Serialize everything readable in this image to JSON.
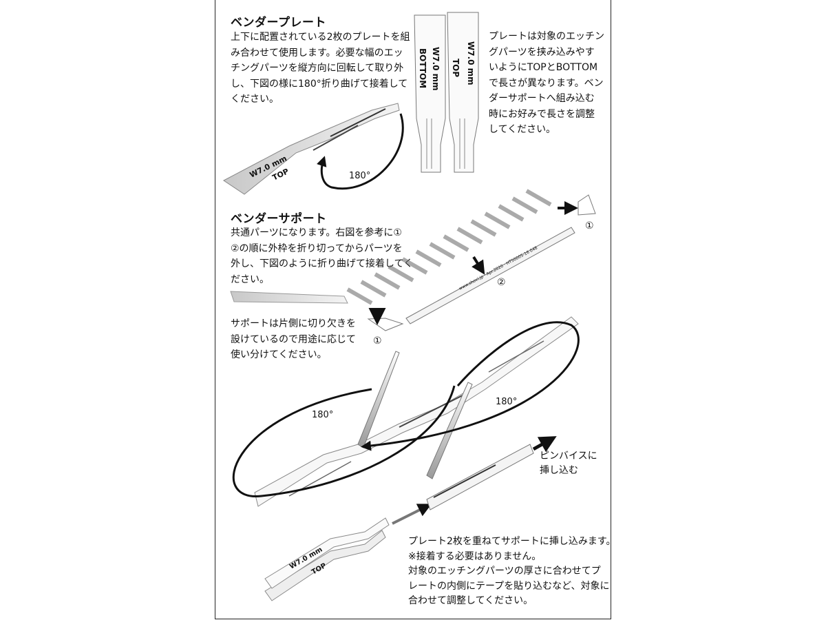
{
  "sections": {
    "bender_plate": {
      "heading": "ベンダープレート",
      "body": "上下に配置されている2枚のプレートを組\nみ合わせて使用します。必要な幅のエッ\nチングパーツを縦方向に回転して取り外\nし、下図の様に180°折り曲げて接着して\nください。",
      "side_note": "プレートは対象のエッチン\nグパーツを挟み込みやす\nいようにTOPとBOTTOM\nで長さが異なります。ベン\nダーサポートへ組み込む\n時にお好みで長さを調整\nしてください。"
    },
    "bender_support": {
      "heading": "ベンダーサポート",
      "body": "共通パーツになります。右図を参考に①\n②の順に外枠を折り切ってからパーツを\n外し、下図のように折り曲げて接着してく\nださい。",
      "notch_note": "サポートは片側に切り欠きを\n設けているので用途に応じて\n使い分けてください。"
    },
    "insert": {
      "pin_vise": "ピンバイスに\n挿し込む",
      "note": "プレート2枚を重ねてサポートに挿し込みます。\n※接着する必要はありません。\n対象のエッチングパーツの厚さに合わせてプ\nレートの内側にテープを貼り込むなど、対象に\n合わせて調整してください。"
    }
  },
  "labels": {
    "width": "W7.0 mm",
    "top": "TOP",
    "bottom": "BOTTOM",
    "angle": "180°",
    "step1": "①",
    "step2": "②",
    "fret_text": "www.shovi.jp · Apr.2020 · HT50005-16  048"
  }
}
